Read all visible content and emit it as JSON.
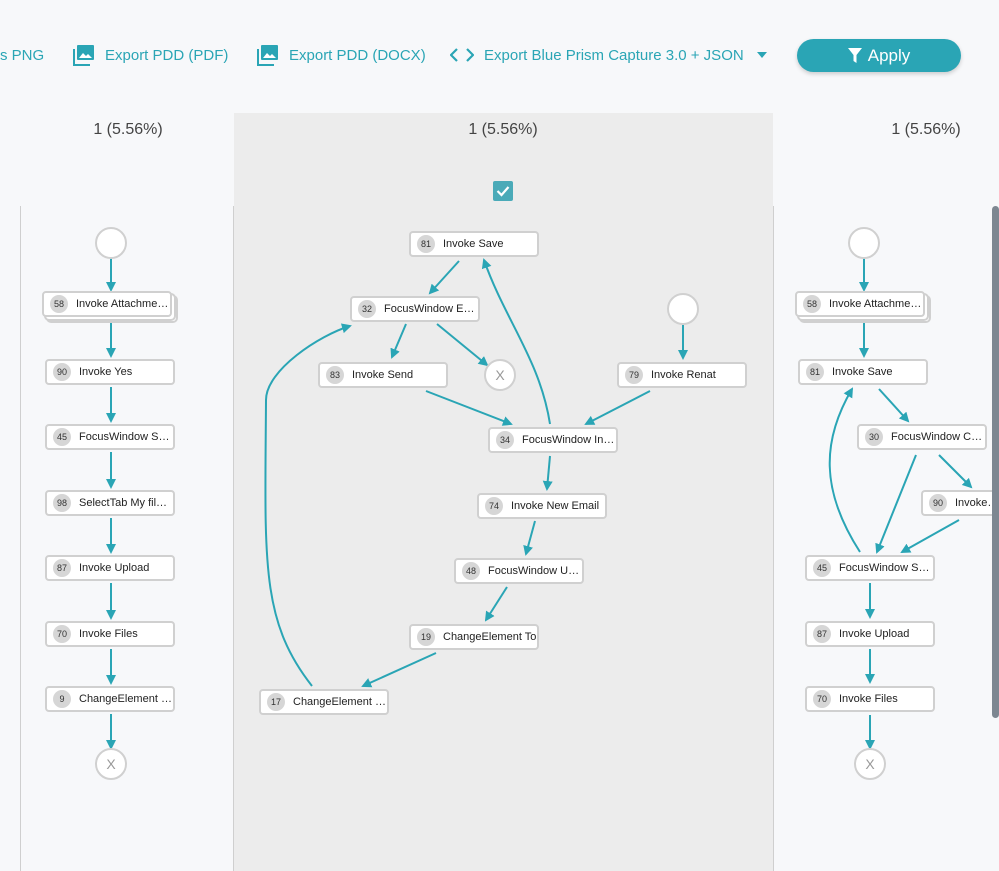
{
  "toolbar": {
    "png_label": "s PNG",
    "pdf_label": "Export PDD (PDF)",
    "docx_label": "Export PDD (DOCX)",
    "blueprism_label": "Export Blue Prism Capture 3.0 + JSON",
    "apply_label": "Apply"
  },
  "columns": [
    {
      "header": "1 (5.56%)"
    },
    {
      "header": "1 (5.56%)"
    },
    {
      "header": "1 (5.56%)"
    }
  ],
  "end_label": "X",
  "colors": {
    "accent": "#2aa5b5",
    "selected_bg": "#ececec"
  },
  "left_nodes": [
    {
      "id": "58",
      "label": "Invoke Attachment ..."
    },
    {
      "id": "90",
      "label": "Invoke Yes"
    },
    {
      "id": "45",
      "label": "FocusWindow Sam..."
    },
    {
      "id": "98",
      "label": "SelectTab My files ..."
    },
    {
      "id": "87",
      "label": "Invoke Upload"
    },
    {
      "id": "70",
      "label": "Invoke Files"
    },
    {
      "id": "9",
      "label": "ChangeElement Fil..."
    }
  ],
  "middle_nodes": [
    {
      "id": "81",
      "label": "Invoke Save"
    },
    {
      "id": "32",
      "label": "FocusWindow Exp..."
    },
    {
      "id": "83",
      "label": "Invoke Send"
    },
    {
      "id": "79",
      "label": "Invoke Renat"
    },
    {
      "id": "34",
      "label": "FocusWindow Inbo..."
    },
    {
      "id": "74",
      "label": "Invoke New Email"
    },
    {
      "id": "48",
      "label": "FocusWindow Unti..."
    },
    {
      "id": "19",
      "label": "ChangeElement To"
    },
    {
      "id": "17",
      "label": "ChangeElement Su..."
    }
  ],
  "right_nodes": [
    {
      "id": "58",
      "label": "Invoke Attachment ..."
    },
    {
      "id": "81",
      "label": "Invoke Save"
    },
    {
      "id": "30",
      "label": "FocusWindow Con..."
    },
    {
      "id": "90",
      "label": "Invoke Ye"
    },
    {
      "id": "45",
      "label": "FocusWindow Sam..."
    },
    {
      "id": "87",
      "label": "Invoke Upload"
    },
    {
      "id": "70",
      "label": "Invoke Files"
    }
  ]
}
